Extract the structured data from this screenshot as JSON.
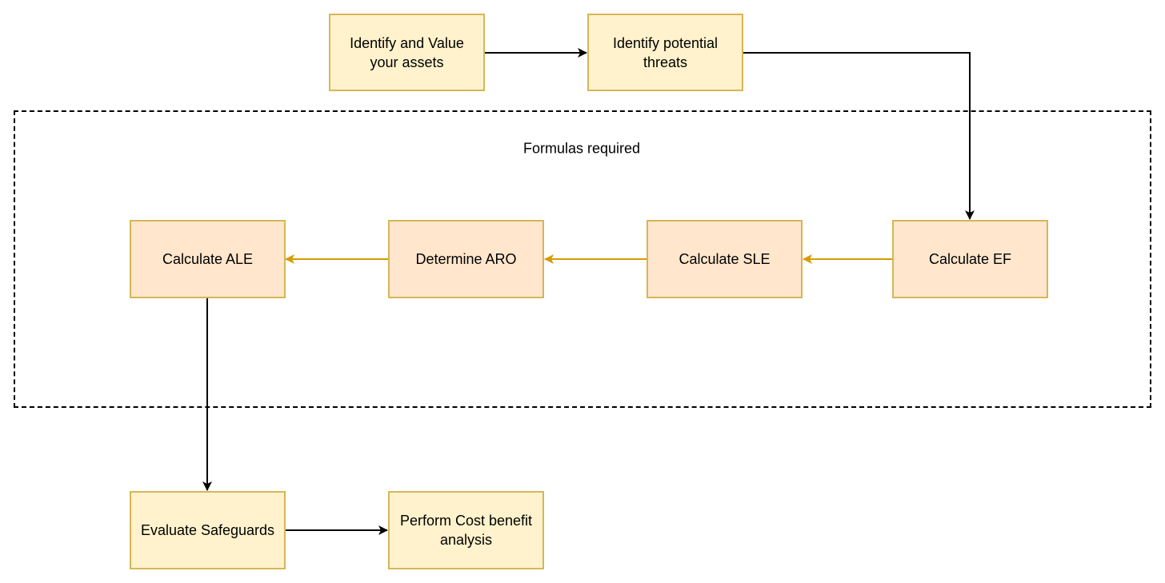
{
  "group": {
    "label": "Formulas required"
  },
  "nodes": {
    "identify_assets": "Identify and Value your assets",
    "identify_threats": "Identify potential threats",
    "calc_ef": "Calculate EF",
    "calc_sle": "Calculate SLE",
    "determine_aro": "Determine ARO",
    "calc_ale": "Calculate ALE",
    "evaluate_safeguards": "Evaluate Safeguards",
    "cost_benefit": "Perform Cost benefit analysis"
  },
  "colors": {
    "step_fill": "#fff2cc",
    "formula_fill": "#ffe6cc",
    "node_border": "#d6b656",
    "formula_arrow": "#d79b00",
    "flow_arrow": "#000000"
  }
}
